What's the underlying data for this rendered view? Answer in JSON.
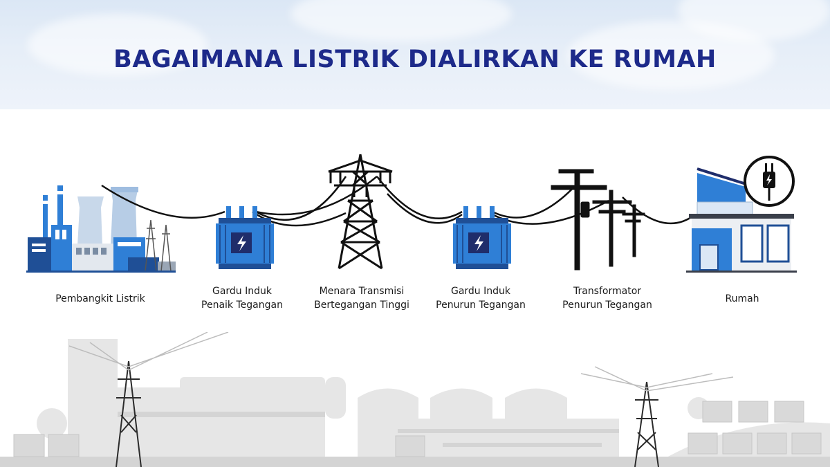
{
  "title": "BAGAIMANA LISTRIK DIALIRKAN KE RUMAH",
  "colors": {
    "title": "#1d2a8a",
    "accent_blue": "#2f7fd6",
    "dark_blue": "#1f4f96",
    "header_bg": "#e3ecf7",
    "background_city": "#e9e9e9"
  },
  "steps": [
    {
      "id": "pembangkit",
      "lines": [
        "Pembangkit Listrik"
      ],
      "icon": "power-plant-icon"
    },
    {
      "id": "gardu-naik",
      "lines": [
        "Gardu Induk",
        "Penaik Tegangan"
      ],
      "icon": "transformer-icon"
    },
    {
      "id": "menara",
      "lines": [
        "Menara Transmisi",
        "Bertegangan Tinggi"
      ],
      "icon": "transmission-tower-icon"
    },
    {
      "id": "gardu-turun",
      "lines": [
        "Gardu Induk",
        "Penurun Tegangan"
      ],
      "icon": "transformer-icon"
    },
    {
      "id": "trafo",
      "lines": [
        "Transformator",
        "Penurun Tegangan"
      ],
      "icon": "utility-pole-icon"
    },
    {
      "id": "rumah",
      "lines": [
        "Rumah"
      ],
      "icon": "house-icon"
    }
  ]
}
